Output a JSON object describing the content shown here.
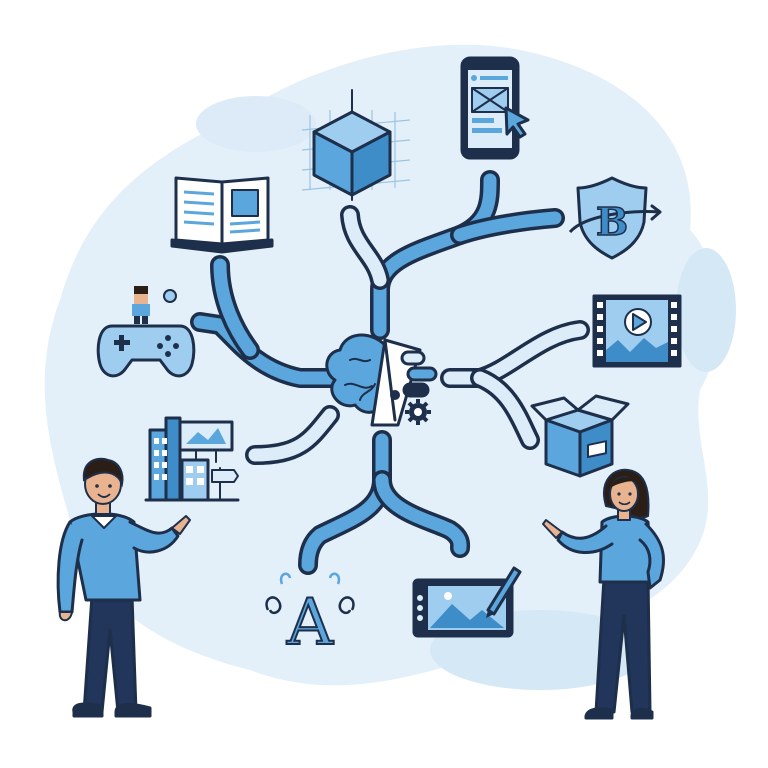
{
  "diagram": {
    "center_icon": "brain-pen-gear-icon",
    "branches": [
      {
        "name": "3d-modeling",
        "icon": "3d-cube-icon"
      },
      {
        "name": "mobile-ui-design",
        "icon": "mobile-app-icon"
      },
      {
        "name": "branding",
        "icon": "brand-shield-icon"
      },
      {
        "name": "motion-video",
        "icon": "video-film-icon"
      },
      {
        "name": "packaging-design",
        "icon": "package-box-icon"
      },
      {
        "name": "digital-illustration",
        "icon": "drawing-tablet-icon"
      },
      {
        "name": "typography",
        "icon": "typography-a-icon"
      },
      {
        "name": "environmental-signage",
        "icon": "city-billboard-icon"
      },
      {
        "name": "game-design",
        "icon": "game-controller-icon"
      },
      {
        "name": "editorial-design",
        "icon": "open-book-icon"
      }
    ],
    "people": [
      {
        "name": "man-presenter",
        "icon": "man-pointing-icon"
      },
      {
        "name": "woman-presenter",
        "icon": "woman-pointing-icon"
      }
    ],
    "typography_glyph": "A",
    "brand_glyph": "B"
  },
  "colors": {
    "blob": "#e3f0f9",
    "blob_dark": "#d2e6f4",
    "outline": "#1d2f4a",
    "accent": "#5aa6dd",
    "accent_light": "#d6e9f6",
    "navy": "#22355a",
    "skin": "#eab38f",
    "hair": "#2b1e16"
  }
}
